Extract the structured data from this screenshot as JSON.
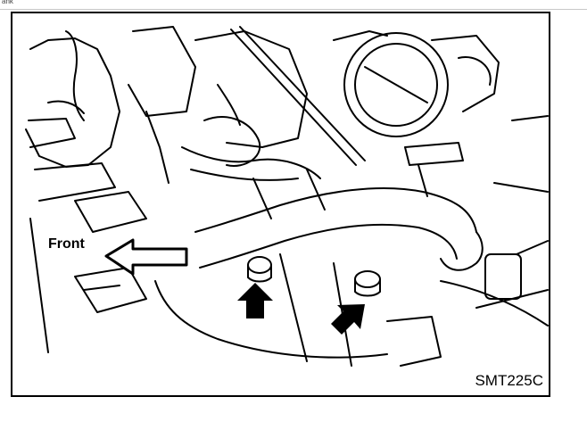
{
  "top_bar": {
    "text": "ank"
  },
  "figure": {
    "front_label": "Front",
    "code_label": "SMT225C"
  }
}
